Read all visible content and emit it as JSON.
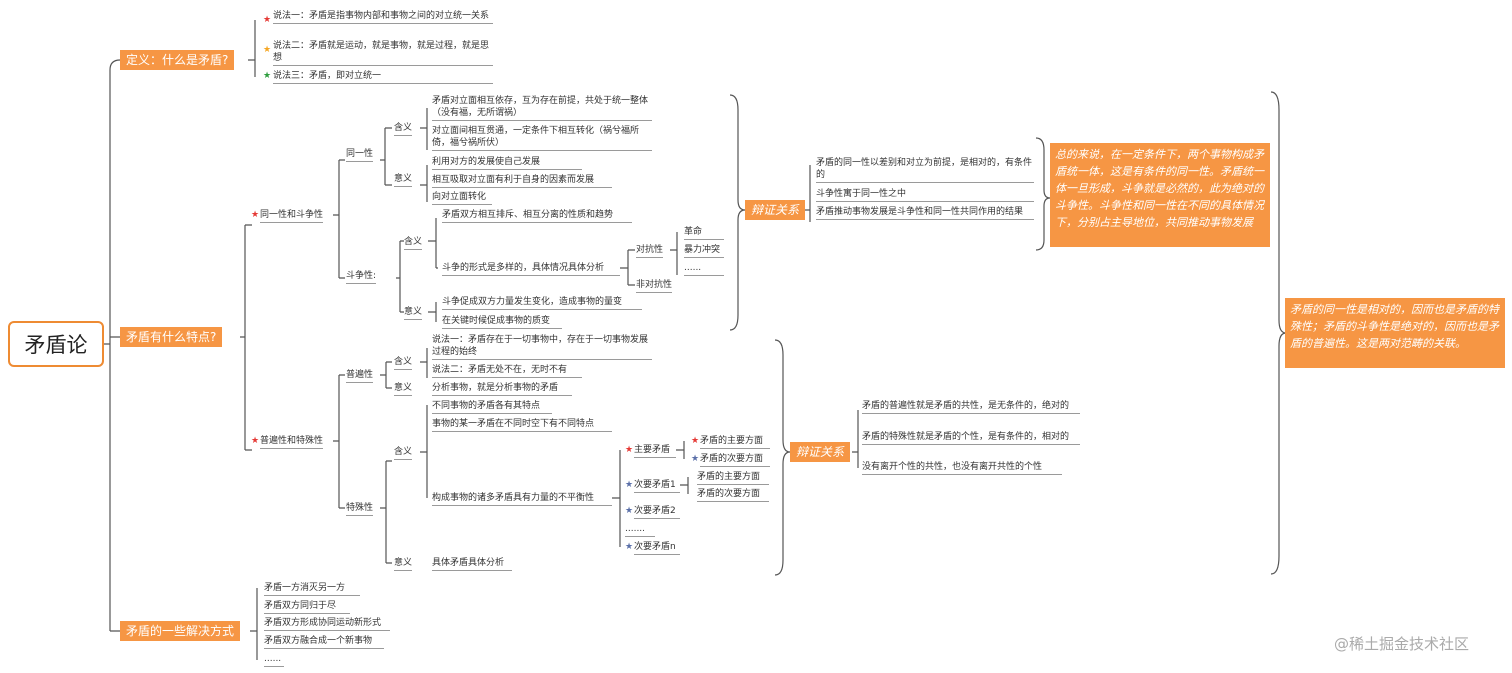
{
  "root": "矛盾论",
  "branches": {
    "def": "定义：什么是矛盾?",
    "traits": "矛盾有什么特点?",
    "solve": "矛盾的一些解决方式"
  },
  "definitions": [
    {
      "text": "说法一：矛盾是指事物内部和事物之间的对立统一关系",
      "star_color": "#e53935"
    },
    {
      "text": "说法二：矛盾就是运动，就是事物，就是过程，就是思想",
      "star_color": "#f5a623"
    },
    {
      "text": "说法三：矛盾，即对立统一",
      "star_color": "#2e9e3e"
    }
  ],
  "identity_struggle": {
    "label": "同一性和斗争性",
    "identity": {
      "label": "同一性",
      "meaning_label": "含义",
      "meaning_items": [
        "矛盾对立面相互依存，互为存在前提，共处于统一整体（没有福，无所谓祸）",
        "对立面间相互贯通，一定条件下相互转化（祸兮福所倚，福兮祸所伏）"
      ],
      "significance_label": "意义",
      "significance_items": [
        "利用对方的发展使自己发展",
        "相互吸取对立面有利于自身的因素而发展",
        "向对立面转化"
      ]
    },
    "struggle": {
      "label": "斗争性:",
      "meaning_label": "含义",
      "meaning_items": [
        "矛盾双方相互排斥、相互分离的性质和趋势",
        "斗争的形式是多样的，具体情况具体分析"
      ],
      "antagonistic_label": "对抗性",
      "antagonistic_items": [
        "革命",
        "暴力冲突",
        "......"
      ],
      "non_antagonistic_label": "非对抗性",
      "significance_label": "意义",
      "significance_items": [
        "斗争促成双方力量发生变化，造成事物的量变",
        "在关键时候促成事物的质变"
      ]
    },
    "dialectic_label": "辩证关系",
    "dialectic_items": [
      "矛盾的同一性以差别和对立为前提，是相对的，有条件的",
      "斗争性寓于同一性之中",
      "矛盾推动事物发展是斗争性和同一性共同作用的结果"
    ],
    "summary": "总的来说，在一定条件下，两个事物构成矛盾统一体，这是有条件的同一性。矛盾统一体一旦形成，斗争就是必然的，此为绝对的斗争性。斗争性和同一性在不同的具体情况下，分别占主导地位，共同推动事物发展"
  },
  "universal_particular": {
    "label": "普遍性和特殊性",
    "universal": {
      "label": "普遍性",
      "meaning_label": "含义",
      "meaning_items": [
        "说法一：矛盾存在于一切事物中，存在于一切事物发展过程的始终",
        "说法二：矛盾无处不在，无时不有"
      ],
      "significance_label": "意义",
      "significance_item": "分析事物，就是分析事物的矛盾"
    },
    "particular": {
      "label": "特殊性",
      "meaning_label": "含义",
      "meaning_items": [
        "不同事物的矛盾各有其特点",
        "事物的某一矛盾在不同时空下有不同特点",
        "构成事物的诸多矛盾具有力量的不平衡性"
      ],
      "main_contradiction": "主要矛盾",
      "main_aspects": [
        "矛盾的主要方面",
        "矛盾的次要方面"
      ],
      "secondary_1": "次要矛盾1",
      "secondary_1_aspects": [
        "矛盾的主要方面",
        "矛盾的次要方面"
      ],
      "secondary_2": "次要矛盾2",
      "ellipsis": ".......",
      "secondary_n": "次要矛盾n",
      "significance_label": "意义",
      "significance_item": "具体矛盾具体分析"
    },
    "dialectic_label": "辩证关系",
    "dialectic_items": [
      "矛盾的普遍性就是矛盾的共性，是无条件的，绝对的",
      "矛盾的特殊性就是矛盾的个性，是有条件的，相对的",
      "没有离开个性的共性，也没有离开共性的个性"
    ]
  },
  "final_summary": "矛盾的同一性是相对的，因而也是矛盾的特殊性；矛盾的斗争性是绝对的，因而也是矛盾的普遍性。这是两对范畴的关联。",
  "solutions": [
    "矛盾一方消灭另一方",
    "矛盾双方同归于尽",
    "矛盾双方形成协同运动新形式",
    "矛盾双方融合成一个新事物",
    "......"
  ],
  "watermark": "@稀土掘金技术社区",
  "colors": {
    "accent": "#f69644",
    "line": "#555555",
    "star_red": "#e53935",
    "star_blue": "#5a6fa8",
    "star_orange": "#f5a623",
    "star_green": "#2e9e3e"
  }
}
